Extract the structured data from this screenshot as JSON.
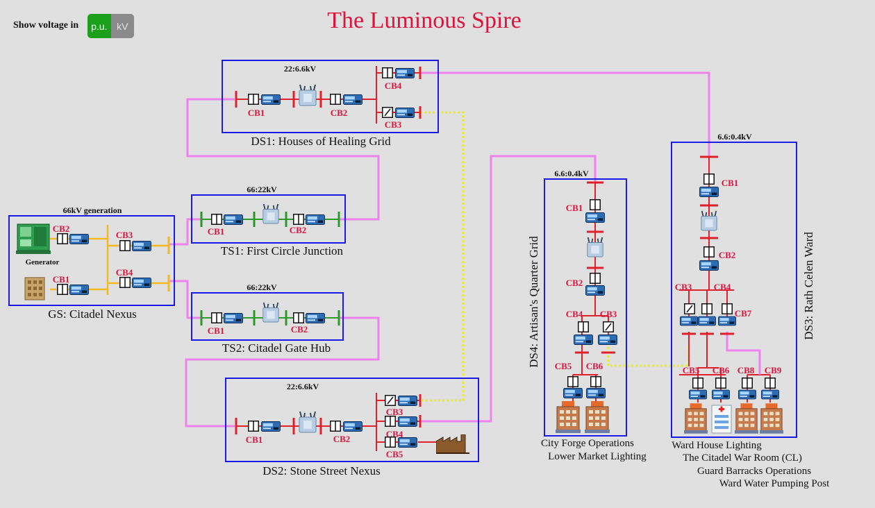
{
  "title": "The Luminous Spire",
  "voltage_toggle": {
    "label": "Show voltage in",
    "options": [
      "p.u.",
      "kV"
    ],
    "selected": "p.u."
  },
  "colors": {
    "title": "#dc143c",
    "breaker_label": "#dc143c",
    "box_border": "#1a1ae6",
    "line_66kv": "#f5b820",
    "line_22kv": "#ee82ee",
    "line_6_6kv": "#ee82ee",
    "tie_line": "#f0f000",
    "bus_hv": "#e0202a",
    "bus_lv": "#2a9a2a"
  },
  "stations": {
    "gs": {
      "name": "GS: Citadel Nexus",
      "rating": "66kV generation",
      "sources": [
        "Generator"
      ],
      "breakers": [
        "CB2",
        "CB1",
        "CB3",
        "CB4"
      ]
    },
    "ts1": {
      "name": "TS1: First Circle Junction",
      "rating": "66:22kV",
      "breakers": [
        "CB1",
        "CB2"
      ]
    },
    "ts2": {
      "name": "TS2: Citadel Gate Hub",
      "rating": "66:22kV",
      "breakers": [
        "CB1",
        "CB2"
      ]
    },
    "ds1": {
      "name": "DS1: Houses of Healing Grid",
      "rating": "22:6.6kV",
      "breakers": [
        "CB1",
        "CB2",
        "CB4",
        "CB3"
      ]
    },
    "ds2": {
      "name": "DS2: Stone Street Nexus",
      "rating": "22:6.6kV",
      "breakers": [
        "CB1",
        "CB2",
        "CB3",
        "CB4",
        "CB5"
      ]
    },
    "ds4": {
      "name": "DS4: Artisan's Quarter Grid",
      "rating": "6.6:0.4kV",
      "breakers": [
        "CB1",
        "CB2",
        "CB4",
        "CB3",
        "CB5",
        "CB6"
      ],
      "loads": [
        "City Forge Operations",
        "Lower Market Lighting"
      ]
    },
    "ds3": {
      "name": "DS3: Rath Celen Ward",
      "rating": "6.6:0.4kV",
      "breakers": [
        "CB1",
        "CB2",
        "CB3",
        "CB4",
        "CB7",
        "CB5",
        "CB6",
        "CB8",
        "CB9"
      ],
      "loads": [
        "Ward House Lighting",
        "The Citadel War Room (CL)",
        "Guard Barracks Operations",
        "Ward Water Pumping Post"
      ]
    }
  }
}
